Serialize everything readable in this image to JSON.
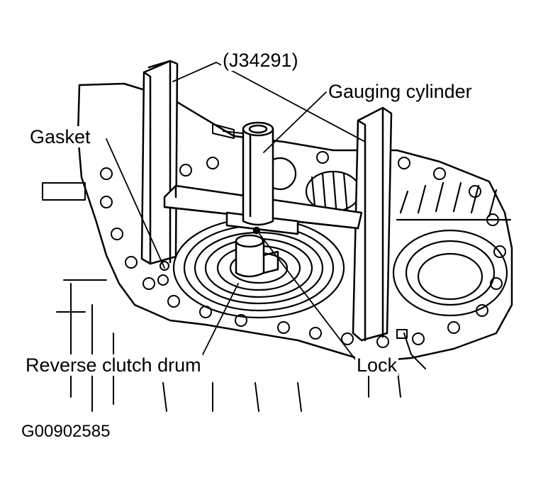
{
  "labels": {
    "tool": "(J34291)",
    "gauging_cylinder": "Gauging cylinder",
    "gasket": "Gasket",
    "reverse_clutch_drum": "Reverse clutch drum",
    "lock": "Lock"
  },
  "figure_id": "G00902585",
  "colors": {
    "ink": "#000000",
    "paper": "#ffffff"
  }
}
